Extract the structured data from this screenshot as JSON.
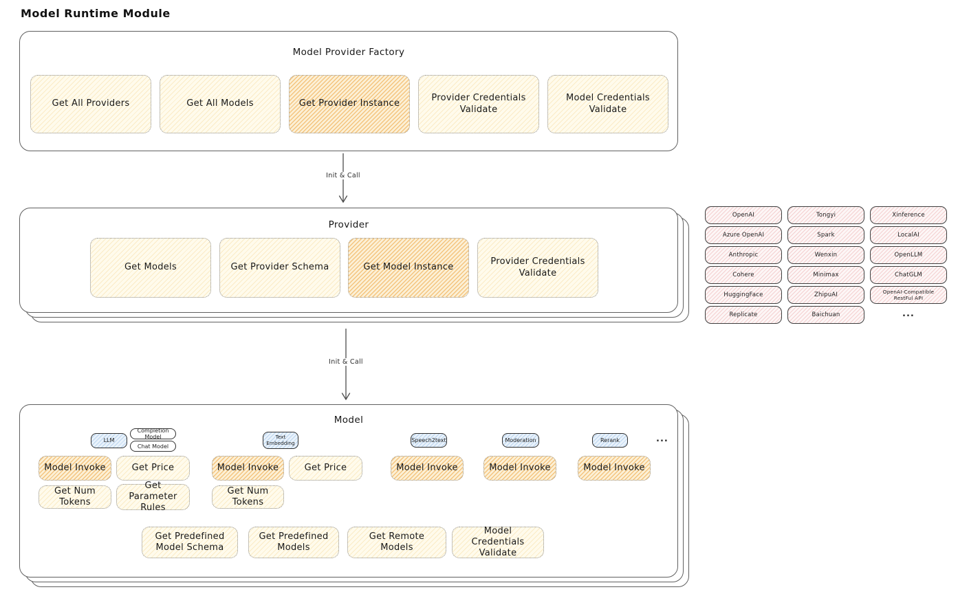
{
  "title": "Model Runtime Module",
  "colors": {
    "yellow_light_bg": "#fffbec",
    "yellow_hatch": "#f0c66e",
    "orange_highlight_hatch": "#eca034",
    "pink_bg": "#fdf6f6",
    "pink_hatch": "#e08080",
    "blue_bg": "#e9f2fb",
    "blue_hatch": "#70a4d8",
    "stroke_dark": "#3e3e3e",
    "container_stroke": "#5f5f5f"
  },
  "factory": {
    "title": "Model Provider Factory",
    "boxes": [
      {
        "label": "Get All Providers",
        "highlighted": false
      },
      {
        "label": "Get All Models",
        "highlighted": false
      },
      {
        "label": "Get Provider Instance",
        "highlighted": true
      },
      {
        "label": "Provider Credentials Validate",
        "highlighted": false
      },
      {
        "label": "Model Credentials Validate",
        "highlighted": false
      }
    ]
  },
  "arrows": {
    "top_label": "Init & Call",
    "bottom_label": "Init & Call"
  },
  "provider": {
    "title": "Provider",
    "boxes": [
      {
        "label": "Get Models",
        "highlighted": false
      },
      {
        "label": "Get Provider Schema",
        "highlighted": false
      },
      {
        "label": "Get Model Instance",
        "highlighted": true
      },
      {
        "label": "Provider Credentials Validate",
        "highlighted": false
      }
    ]
  },
  "provider_list": {
    "rows": [
      [
        "OpenAI",
        "Tongyi",
        "Xinference"
      ],
      [
        "Azure OpenAI",
        "Spark",
        "LocalAI"
      ],
      [
        "Anthropic",
        "Wenxin",
        "OpenLLM"
      ],
      [
        "Cohere",
        "Minimax",
        "ChatGLM"
      ],
      [
        "HuggingFace",
        "ZhipuAI",
        "OpenAI-Compatible RestFul API"
      ],
      [
        "Replicate",
        "Baichuan",
        "..."
      ]
    ]
  },
  "model": {
    "title": "Model",
    "tabs": {
      "llm": "LLM",
      "completion": "Completion Model",
      "chat": "Chat Model",
      "text_embedding": "Text Embedding",
      "speech2text": "Speech2text",
      "moderation": "Moderation",
      "rerank": "Rerank",
      "more": "..."
    },
    "llm_ops": [
      "Model Invoke",
      "Get Price",
      "Get Num Tokens",
      "Get Parameter Rules"
    ],
    "embedding_ops": [
      "Model Invoke",
      "Get Price",
      "Get Num Tokens"
    ],
    "speech2text_ops": [
      "Model Invoke"
    ],
    "moderation_ops": [
      "Model Invoke"
    ],
    "rerank_ops": [
      "Model Invoke"
    ],
    "common_ops": [
      "Get Predefined Model Schema",
      "Get Predefined Models",
      "Get Remote Models",
      "Model Credentials Validate"
    ]
  }
}
